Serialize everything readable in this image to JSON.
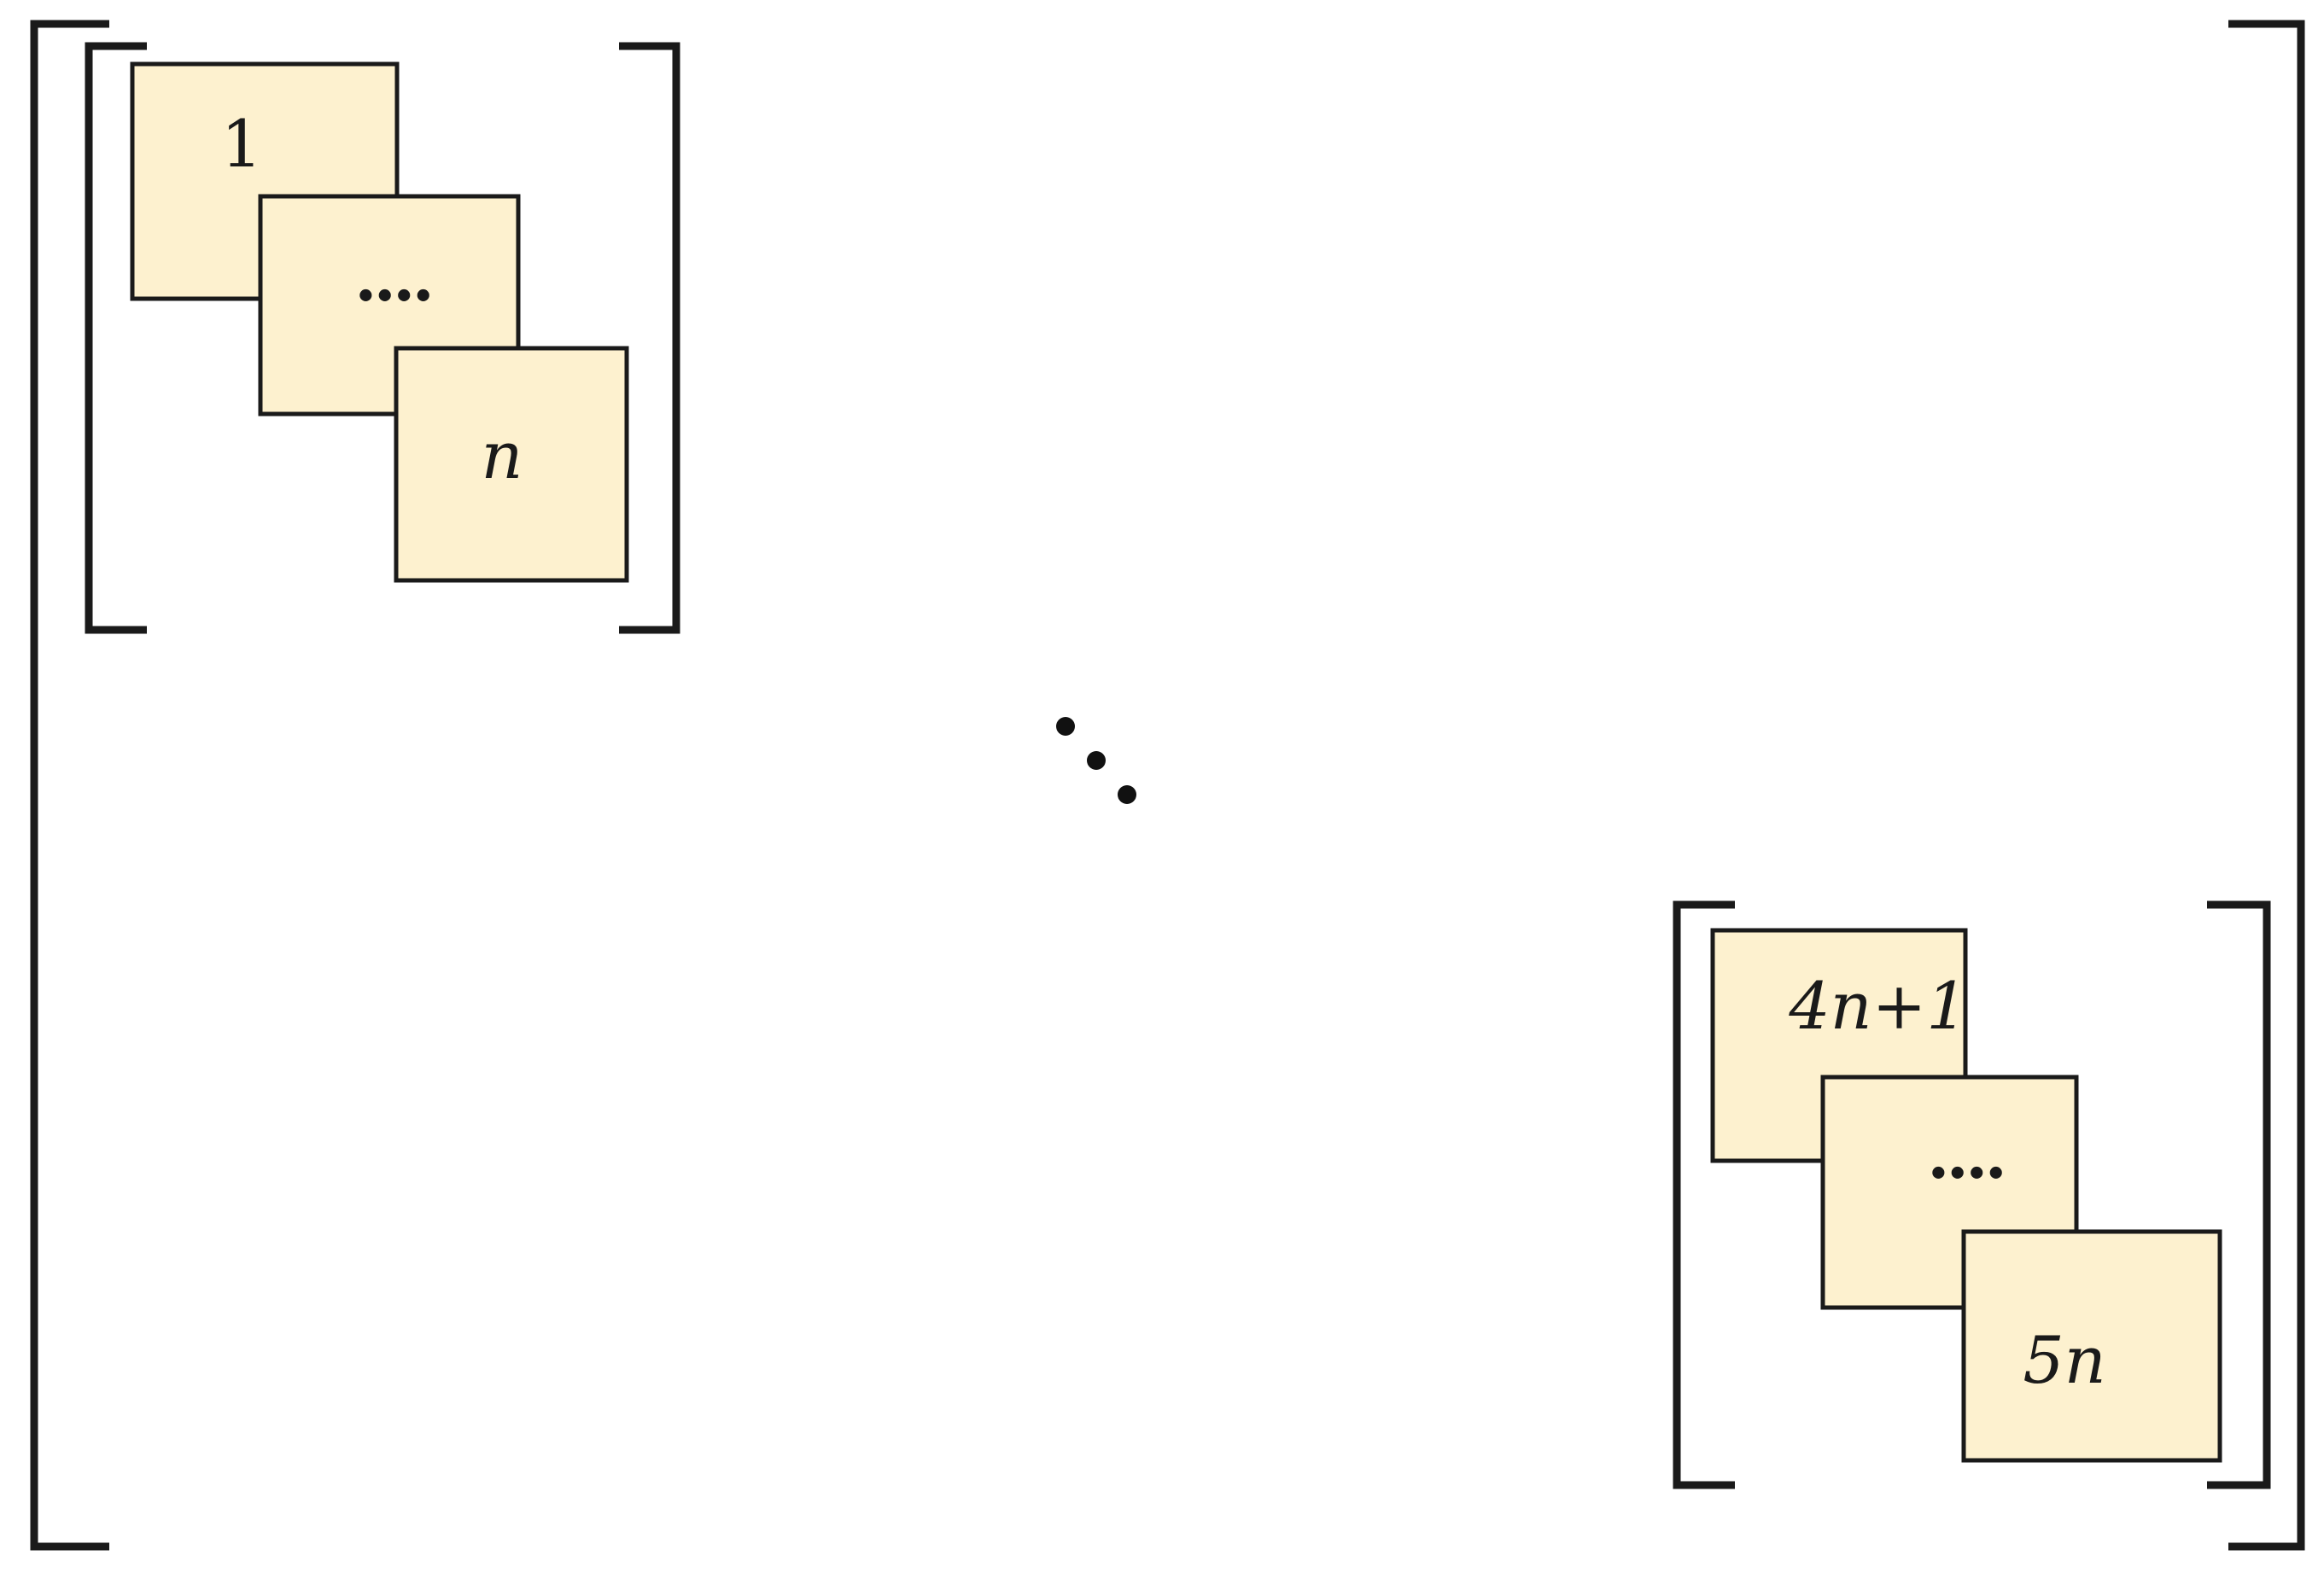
{
  "diagram": {
    "top_left_group": {
      "blocks": [
        {
          "label": "1",
          "italic": false
        },
        {
          "label": "....",
          "italic": false
        },
        {
          "label": "n",
          "italic": true
        }
      ]
    },
    "bottom_right_group": {
      "blocks": [
        {
          "label": "4n+1",
          "italic": true
        },
        {
          "label": "....",
          "italic": false
        },
        {
          "label": "5n",
          "italic": true
        }
      ]
    },
    "center_ellipsis": "diagonal-dots",
    "colors": {
      "block_fill": "#fdf1cf",
      "stroke": "#1a1a1a"
    }
  }
}
